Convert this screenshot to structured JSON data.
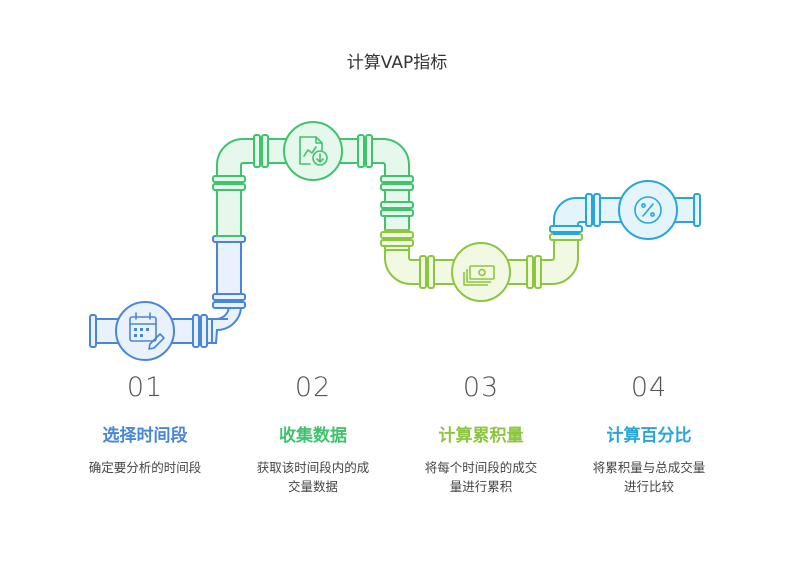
{
  "title": "计算VAP指标",
  "colors": {
    "blue": "#4a86d8",
    "green": "#3fc46d",
    "lime": "#8cc63f",
    "cyan": "#28a6d8"
  },
  "steps": [
    {
      "number": "01",
      "label": "选择时间段",
      "desc_lines": [
        "确定要分析的时间段"
      ],
      "icon": "calendar-edit-icon",
      "color": "#4a86d8"
    },
    {
      "number": "02",
      "label": "收集数据",
      "desc_lines": [
        "获取该时间段内的成",
        "交量数据"
      ],
      "icon": "chart-download-icon",
      "color": "#3fc46d"
    },
    {
      "number": "03",
      "label": "计算累积量",
      "desc_lines": [
        "将每个时间段的成交",
        "量进行累积"
      ],
      "icon": "money-stack-icon",
      "color": "#8cc63f"
    },
    {
      "number": "04",
      "label": "计算百分比",
      "desc_lines": [
        "将累积量与总成交量",
        "进行比较"
      ],
      "icon": "percent-icon",
      "color": "#28a6d8"
    }
  ]
}
